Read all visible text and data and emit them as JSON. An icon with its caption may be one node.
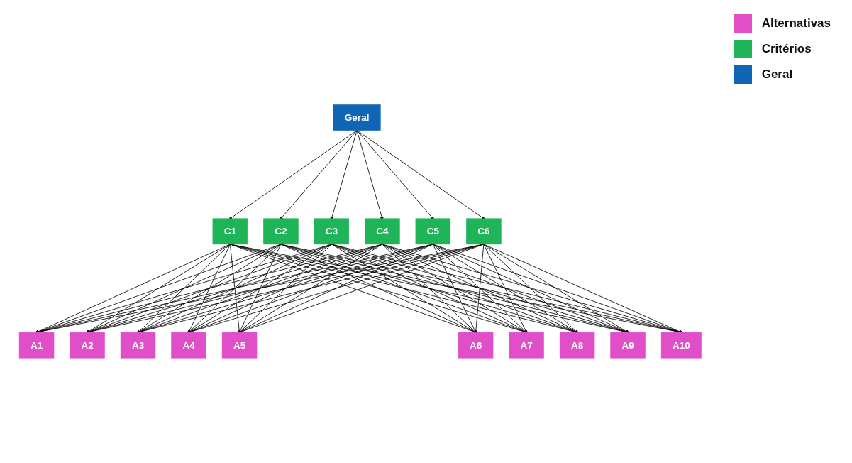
{
  "diagram": {
    "nodes": [
      {
        "text": [
          "Geral"
        ]
      },
      {
        "text": [
          "C1"
        ]
      },
      {
        "text": [
          "C2"
        ]
      },
      {
        "text": [
          "C3"
        ]
      },
      {
        "text": [
          "C4"
        ]
      },
      {
        "text": [
          "C5"
        ]
      },
      {
        "text": [
          "C6"
        ]
      },
      {
        "text": [
          "A1"
        ]
      },
      {
        "text": [
          "A2"
        ]
      },
      {
        "text": [
          "A3"
        ]
      },
      {
        "text": [
          "A4"
        ]
      },
      {
        "text": [
          "A5"
        ]
      },
      {
        "text": [
          "A6"
        ]
      },
      {
        "text": [
          "A7"
        ]
      },
      {
        "text": [
          "A8"
        ]
      },
      {
        "text": [
          "A9"
        ]
      },
      {
        "text": [
          "A10"
        ]
      }
    ],
    "edges": [
      {
        "from": 0,
        "to": 1,
        "arrow": "to"
      },
      {
        "from": 0,
        "to": 2,
        "arrow": "to"
      },
      {
        "from": 0,
        "to": 3,
        "arrow": "to"
      },
      {
        "from": 0,
        "to": 4,
        "arrow": "to"
      },
      {
        "from": 0,
        "to": 5,
        "arrow": "to"
      },
      {
        "from": 0,
        "to": 6,
        "arrow": "to"
      },
      {
        "from": 1,
        "to": 7,
        "arrow": "to"
      },
      {
        "from": 1,
        "to": 8,
        "arrow": "to"
      },
      {
        "from": 1,
        "to": 9,
        "arrow": "to"
      },
      {
        "from": 1,
        "to": 10,
        "arrow": "to"
      },
      {
        "from": 1,
        "to": 11,
        "arrow": "to"
      },
      {
        "from": 1,
        "to": 12,
        "arrow": "to"
      },
      {
        "from": 1,
        "to": 13,
        "arrow": "to"
      },
      {
        "from": 1,
        "to": 14,
        "arrow": "to"
      },
      {
        "from": 1,
        "to": 15,
        "arrow": "to"
      },
      {
        "from": 1,
        "to": 16,
        "arrow": "to"
      },
      {
        "from": 2,
        "to": 7,
        "arrow": "to"
      },
      {
        "from": 2,
        "to": 8,
        "arrow": "to"
      },
      {
        "from": 2,
        "to": 9,
        "arrow": "to"
      },
      {
        "from": 2,
        "to": 10,
        "arrow": "to"
      },
      {
        "from": 2,
        "to": 11,
        "arrow": "to"
      },
      {
        "from": 2,
        "to": 12,
        "arrow": "to"
      },
      {
        "from": 2,
        "to": 13,
        "arrow": "to"
      },
      {
        "from": 2,
        "to": 14,
        "arrow": "to"
      },
      {
        "from": 2,
        "to": 15,
        "arrow": "to"
      },
      {
        "from": 2,
        "to": 16,
        "arrow": "to"
      },
      {
        "from": 3,
        "to": 7,
        "arrow": "to"
      },
      {
        "from": 3,
        "to": 8,
        "arrow": "to"
      },
      {
        "from": 3,
        "to": 9,
        "arrow": "to"
      },
      {
        "from": 3,
        "to": 10,
        "arrow": "to"
      },
      {
        "from": 3,
        "to": 11,
        "arrow": "to"
      },
      {
        "from": 3,
        "to": 12,
        "arrow": "to"
      },
      {
        "from": 3,
        "to": 13,
        "arrow": "to"
      },
      {
        "from": 3,
        "to": 14,
        "arrow": "to"
      },
      {
        "from": 3,
        "to": 15,
        "arrow": "to"
      },
      {
        "from": 3,
        "to": 16,
        "arrow": "to"
      },
      {
        "from": 4,
        "to": 7,
        "arrow": "to"
      },
      {
        "from": 4,
        "to": 8,
        "arrow": "to"
      },
      {
        "from": 4,
        "to": 9,
        "arrow": "to"
      },
      {
        "from": 4,
        "to": 10,
        "arrow": "to"
      },
      {
        "from": 4,
        "to": 11,
        "arrow": "to"
      },
      {
        "from": 4,
        "to": 12,
        "arrow": "to"
      },
      {
        "from": 4,
        "to": 13,
        "arrow": "to"
      },
      {
        "from": 4,
        "to": 14,
        "arrow": "to"
      },
      {
        "from": 4,
        "to": 15,
        "arrow": "to"
      },
      {
        "from": 4,
        "to": 16,
        "arrow": "to"
      },
      {
        "from": 5,
        "to": 7,
        "arrow": "to"
      },
      {
        "from": 5,
        "to": 8,
        "arrow": "to"
      },
      {
        "from": 5,
        "to": 9,
        "arrow": "to"
      },
      {
        "from": 5,
        "to": 10,
        "arrow": "to"
      },
      {
        "from": 5,
        "to": 11,
        "arrow": "to"
      },
      {
        "from": 5,
        "to": 12,
        "arrow": "to"
      },
      {
        "from": 5,
        "to": 13,
        "arrow": "to"
      },
      {
        "from": 5,
        "to": 14,
        "arrow": "to"
      },
      {
        "from": 5,
        "to": 15,
        "arrow": "to"
      },
      {
        "from": 5,
        "to": 16,
        "arrow": "to"
      },
      {
        "from": 6,
        "to": 7,
        "arrow": "to"
      },
      {
        "from": 6,
        "to": 8,
        "arrow": "to"
      },
      {
        "from": 6,
        "to": 9,
        "arrow": "to"
      },
      {
        "from": 6,
        "to": 10,
        "arrow": "to"
      },
      {
        "from": 6,
        "to": 11,
        "arrow": "to"
      },
      {
        "from": 6,
        "to": 12,
        "arrow": "to"
      },
      {
        "from": 6,
        "to": 13,
        "arrow": "to"
      },
      {
        "from": 6,
        "to": 14,
        "arrow": "to"
      },
      {
        "from": 6,
        "to": 15,
        "arrow": "to"
      },
      {
        "from": 6,
        "to": 16,
        "arrow": "to"
      }
    ],
    "legend": [
      {
        "text": "Alternativas",
        "color": "#e04fc8"
      },
      {
        "text": "Critérios",
        "color": "#1fb457"
      },
      {
        "text": "Geral",
        "color": "#0f66b5"
      }
    ]
  }
}
